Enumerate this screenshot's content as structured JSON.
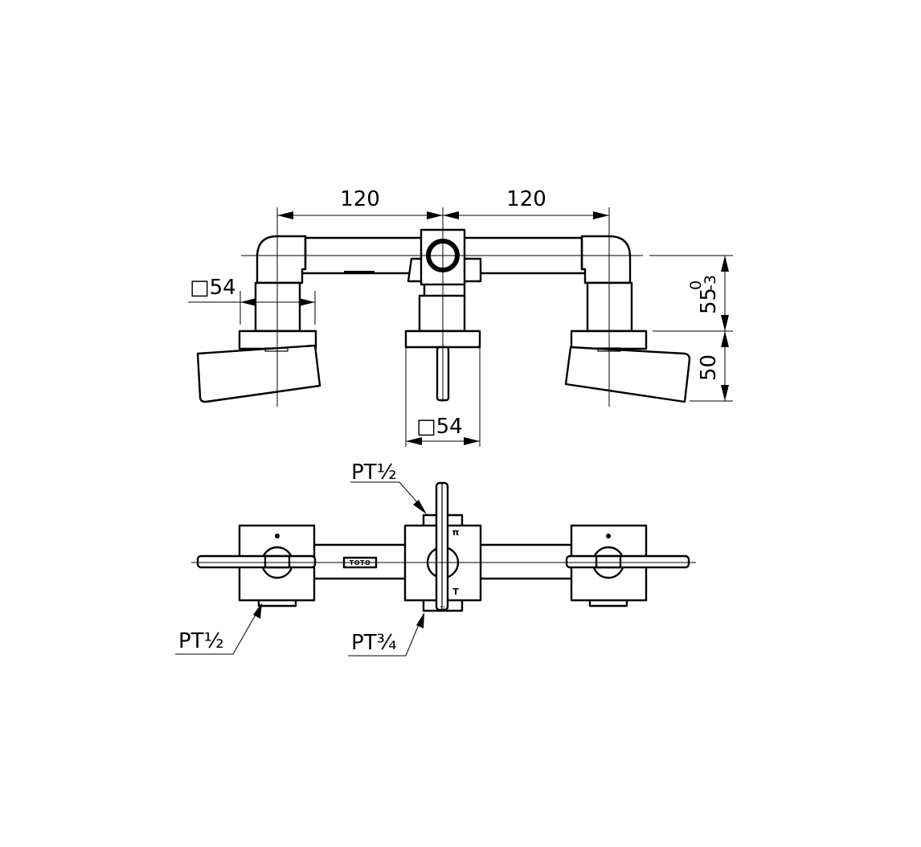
{
  "front_view": {
    "dim_left_spacing": "120",
    "dim_right_spacing": "120",
    "dim_left_square": "□54",
    "dim_center_square": "□54",
    "dim_height_main": "55",
    "dim_height_tol_upper": "0",
    "dim_height_tol_lower": "-3",
    "dim_height_lower": "50"
  },
  "top_view": {
    "label_top_connection": "PT½",
    "label_left_connection": "PT½",
    "label_bottom_connection": "PT¾",
    "brand_plate": "TOTO",
    "mark_hot": "π",
    "mark_cold": "T"
  }
}
